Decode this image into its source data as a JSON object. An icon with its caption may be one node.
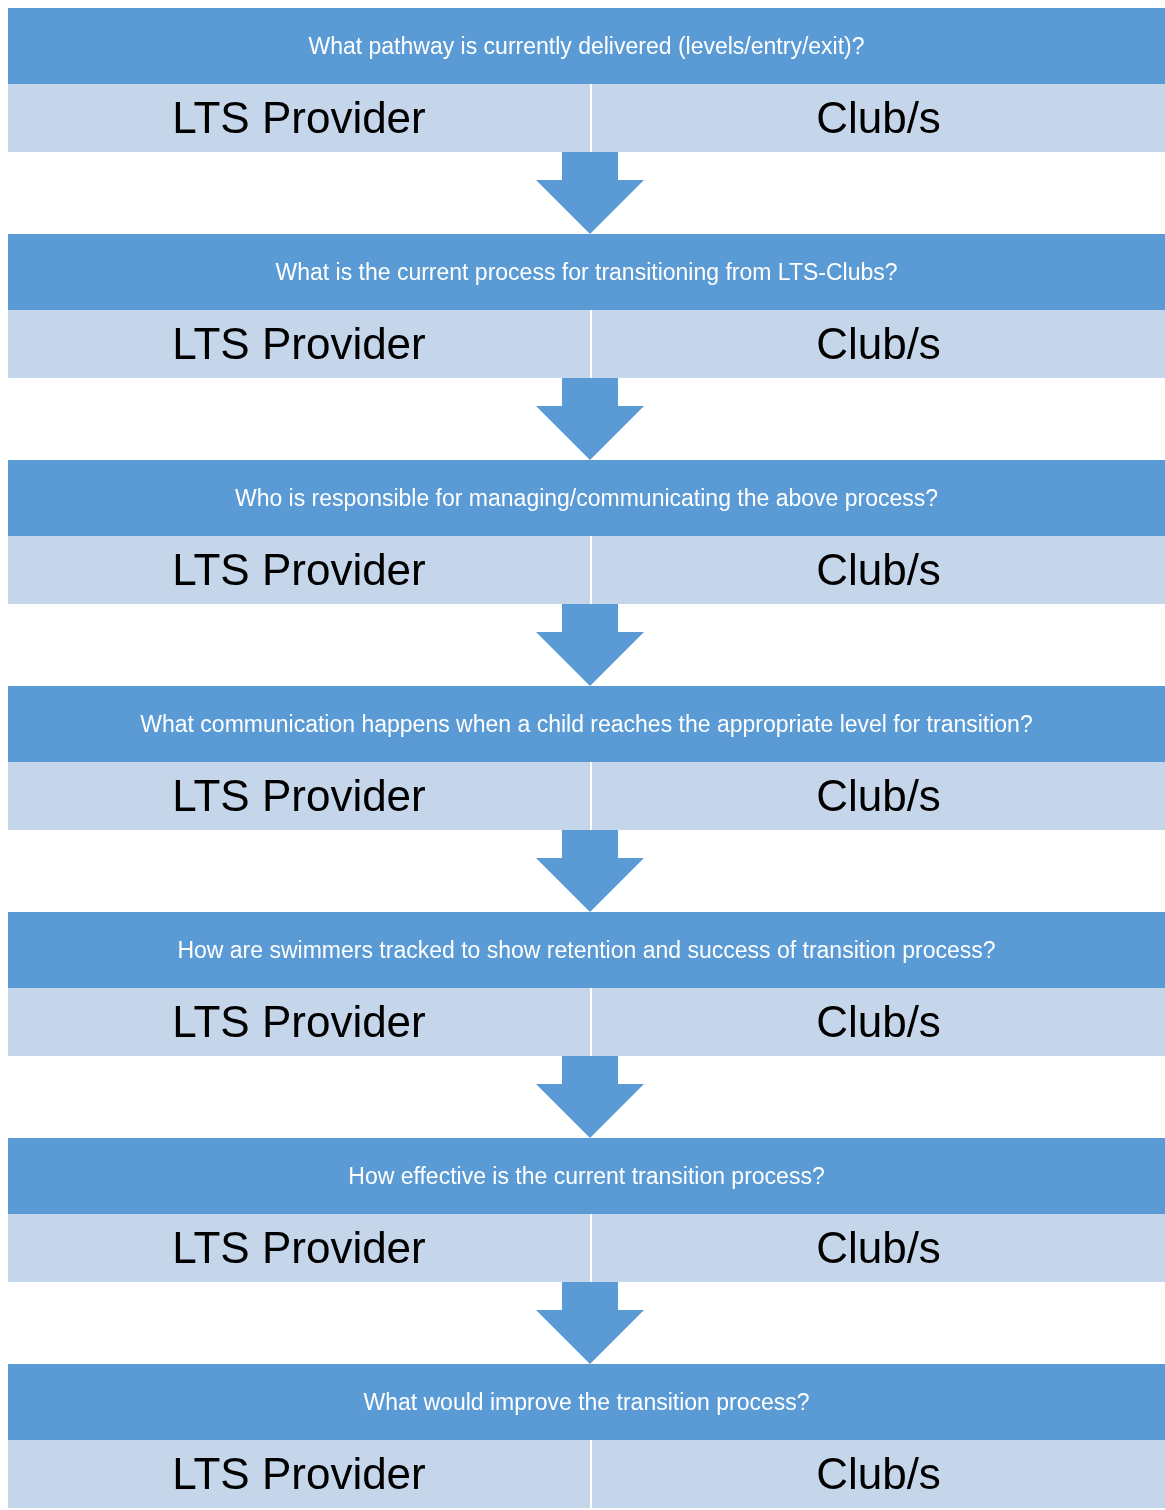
{
  "diagram": {
    "nodes": [
      {
        "text": [
          "What pathway is currently delivered (levels/entry/exit)?"
        ]
      },
      {
        "text": [
          "LTS Provider"
        ],
        "in": 0
      },
      {
        "text": [
          "Club/s"
        ],
        "in": 0
      },
      {
        "text": [
          "What is the current process for transitioning from LTS-Clubs?"
        ]
      },
      {
        "text": [
          "LTS Provider"
        ],
        "in": 3
      },
      {
        "text": [
          "Club/s"
        ],
        "in": 3
      },
      {
        "text": [
          "Who is responsible for managing/communicating the above process?"
        ]
      },
      {
        "text": [
          "LTS Provider"
        ],
        "in": 6
      },
      {
        "text": [
          "Club/s"
        ],
        "in": 6
      },
      {
        "text": [
          "What communication happens when a child reaches the appropriate level for transition?"
        ]
      },
      {
        "text": [
          "LTS Provider"
        ],
        "in": 9
      },
      {
        "text": [
          "Club/s"
        ],
        "in": 9
      },
      {
        "text": [
          "How are swimmers tracked to show retention and success of transition process?"
        ]
      },
      {
        "text": [
          "LTS Provider"
        ],
        "in": 12
      },
      {
        "text": [
          "Club/s"
        ],
        "in": 12
      },
      {
        "text": [
          "How effective is the current transition process?"
        ]
      },
      {
        "text": [
          "LTS Provider"
        ],
        "in": 15
      },
      {
        "text": [
          "Club/s"
        ],
        "in": 15
      },
      {
        "text": [
          "What would improve the transition process?"
        ]
      },
      {
        "text": [
          "LTS Provider"
        ],
        "in": 18
      },
      {
        "text": [
          "Club/s"
        ],
        "in": 18
      }
    ],
    "edges": [
      {
        "from": 0,
        "to": 3,
        "arrow": "to"
      },
      {
        "from": 3,
        "to": 6,
        "arrow": "to"
      },
      {
        "from": 6,
        "to": 9,
        "arrow": "to"
      },
      {
        "from": 9,
        "to": 12,
        "arrow": "to"
      },
      {
        "from": 12,
        "to": 15,
        "arrow": "to"
      },
      {
        "from": 15,
        "to": 18,
        "arrow": "to"
      }
    ]
  }
}
